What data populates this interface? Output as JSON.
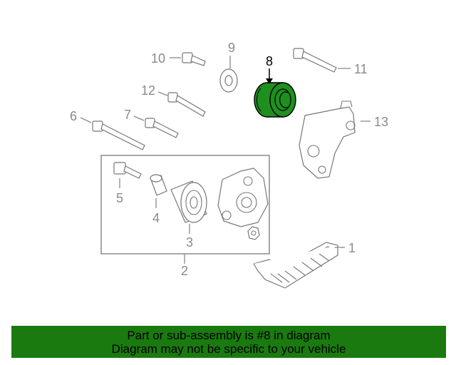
{
  "callouts": {
    "c1": "1",
    "c2": "2",
    "c3": "3",
    "c4": "4",
    "c5": "5",
    "c6": "6",
    "c7": "7",
    "c8": "8",
    "c9": "9",
    "c10": "10",
    "c11": "11",
    "c12": "12",
    "c13": "13"
  },
  "highlight": {
    "part": "8",
    "color": "#1f8f1f"
  },
  "banner": {
    "line1": "Part or sub-assembly is #8 in diagram",
    "line2": "Diagram may not be specific to your vehicle",
    "background": "#1a7a10"
  }
}
